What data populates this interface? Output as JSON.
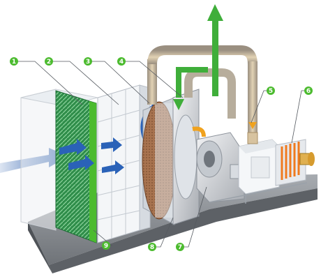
{
  "diagram": {
    "colors": {
      "callout_green": "#4cbb2f",
      "airflow_blue": "#1f55a8",
      "exhaust_green": "#3fae3a",
      "duct_tan": "#c8a676",
      "heater_orange": "#f07a1e",
      "filter_green": "#3aa055",
      "wheel_copper": "#b07a52",
      "base_gray": "#8c9096"
    },
    "callouts": [
      {
        "label": "1"
      },
      {
        "label": "2"
      },
      {
        "label": "3"
      },
      {
        "label": "4"
      },
      {
        "label": "5"
      },
      {
        "label": "6"
      },
      {
        "label": "7"
      },
      {
        "label": "8"
      },
      {
        "label": "9"
      }
    ]
  }
}
